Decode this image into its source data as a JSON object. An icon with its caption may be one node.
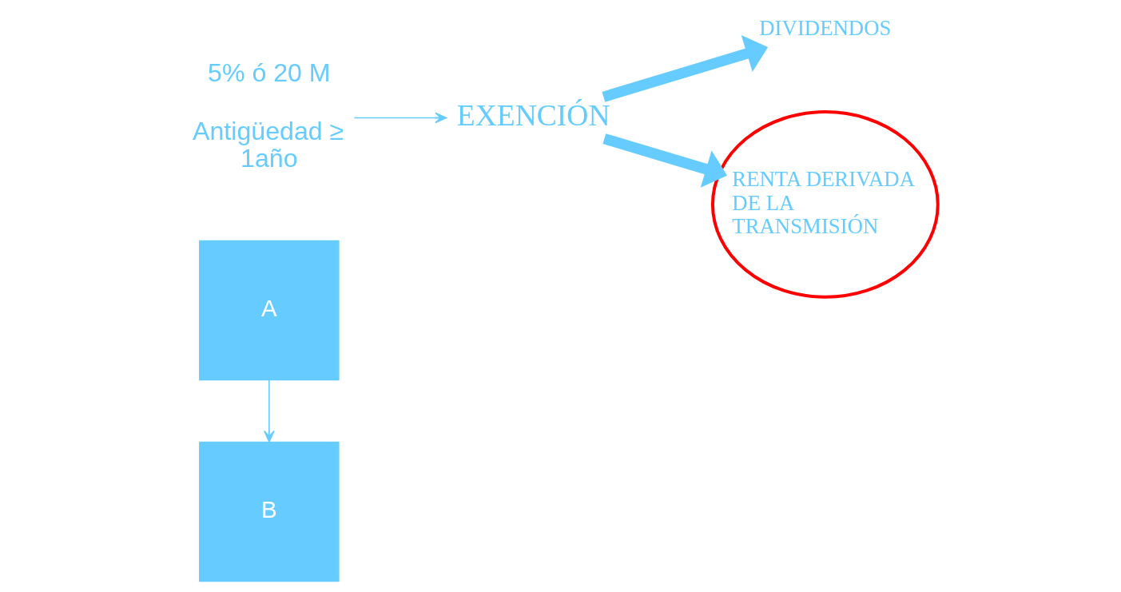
{
  "diagram": {
    "nodes": [
      {
        "text": [
          "A"
        ]
      },
      {
        "text": [
          "B"
        ]
      },
      {
        "text": [
          "5% ó 20 M",
          "Antigüedad ≥ 1año"
        ]
      },
      {
        "text": [
          "EXENCIÓN"
        ]
      },
      {
        "text": [
          "DIVIDENDOS"
        ]
      },
      {
        "text": [
          "RENTA DERIVADA DE LA TRANSMISIÓN"
        ]
      }
    ],
    "edges": [
      {
        "from": 0,
        "to": 1,
        "arrow": "to"
      },
      {
        "from": 2,
        "to": 3,
        "arrow": "to"
      },
      {
        "from": 3,
        "to": 4,
        "arrow": "to",
        "style": "thick"
      },
      {
        "from": 3,
        "to": 5,
        "arrow": "to",
        "style": "thick"
      }
    ]
  }
}
